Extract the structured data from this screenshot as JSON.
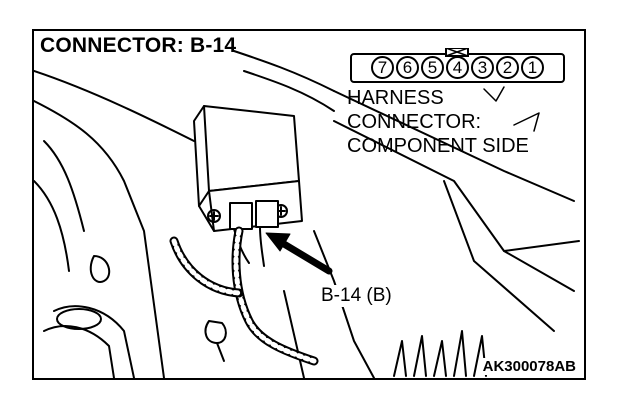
{
  "title": "CONNECTOR: B-14",
  "connector_pins": [
    "7",
    "6",
    "5",
    "4",
    "3",
    "2",
    "1"
  ],
  "harness_label": {
    "line1": "HARNESS",
    "line2": "CONNECTOR:",
    "line3": "COMPONENT SIDE"
  },
  "callout_label": "B-14 (B)",
  "figure_code": "AK300078AB"
}
